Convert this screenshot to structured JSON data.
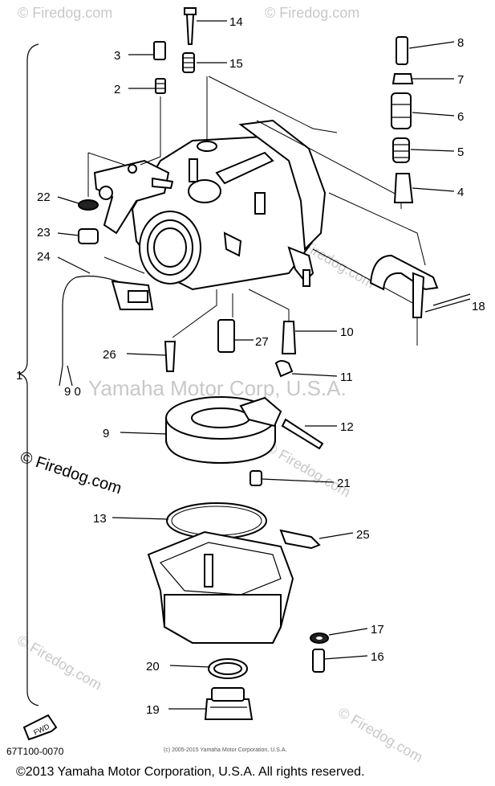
{
  "watermarks": {
    "brand": "© Firedog.com",
    "center": "Yamaha Motor Corp, U.S.A."
  },
  "callouts": [
    "1",
    "2",
    "3",
    "4",
    "5",
    "6",
    "7",
    "8",
    "9",
    "10",
    "11",
    "12",
    "13",
    "14",
    "15",
    "16",
    "17",
    "18",
    "19",
    "20",
    "21",
    "22",
    "23",
    "24",
    "25",
    "26",
    "27"
  ],
  "wire_label": "9 0",
  "fwd_label": "FWD",
  "drawing_number": "67T100-0070",
  "fine_print": "(c) 2005-2015 Yamaha Motor Corporation, U.S.A.",
  "footer_copyright": "©2013 Yamaha Motor Corporation, U.S.A. All rights reserved.",
  "colors": {
    "ink": "#000000",
    "watermark": "#c8c8c8",
    "background": "#ffffff"
  }
}
